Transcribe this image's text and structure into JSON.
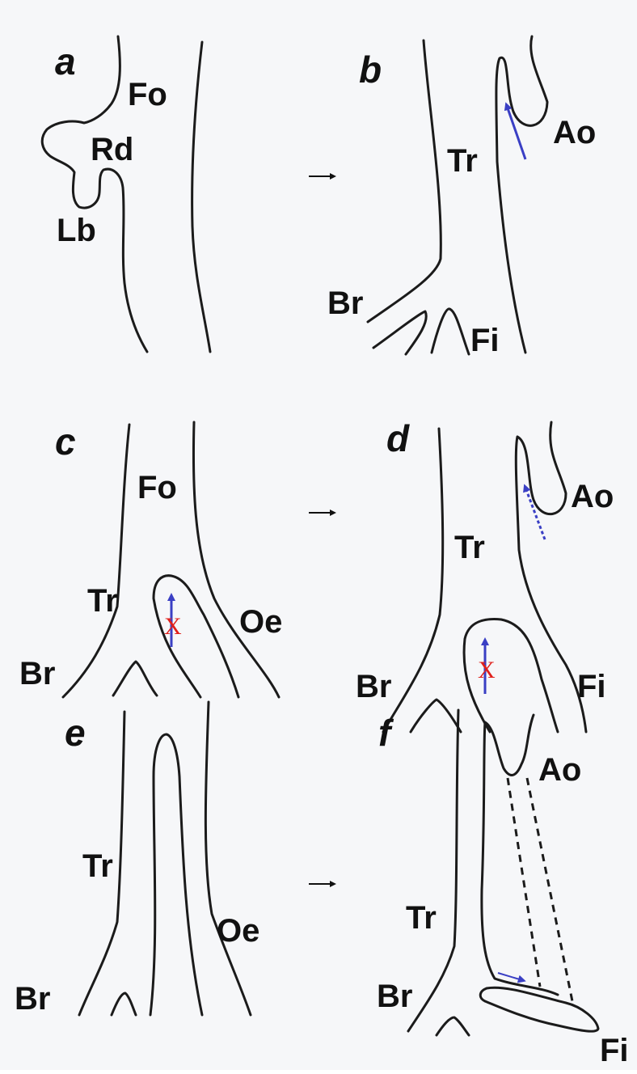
{
  "panels": {
    "a": {
      "letter": "a",
      "labels": {
        "fo": "Fo",
        "rd": "Rd",
        "lb": "Lb"
      }
    },
    "b": {
      "letter": "b",
      "labels": {
        "tr": "Tr",
        "ao": "Ao",
        "br": "Br",
        "fi": "Fi"
      }
    },
    "c": {
      "letter": "c",
      "labels": {
        "fo": "Fo",
        "tr": "Tr",
        "oe": "Oe",
        "br": "Br"
      },
      "mark": "X"
    },
    "d": {
      "letter": "d",
      "labels": {
        "tr": "Tr",
        "ao": "Ao",
        "br": "Br",
        "fi": "Fi"
      },
      "mark": "X"
    },
    "e": {
      "letter": "e",
      "labels": {
        "tr": "Tr",
        "oe": "Oe",
        "br": "Br"
      }
    },
    "f": {
      "letter": "f",
      "labels": {
        "tr": "Tr",
        "ao": "Ao",
        "br": "Br",
        "fi": "Fi"
      }
    }
  },
  "colors": {
    "line": "#1b1b1b",
    "arrow_blue": "#3a3fc4",
    "x_mark": "#e0201b",
    "background": "#f6f7f9"
  }
}
